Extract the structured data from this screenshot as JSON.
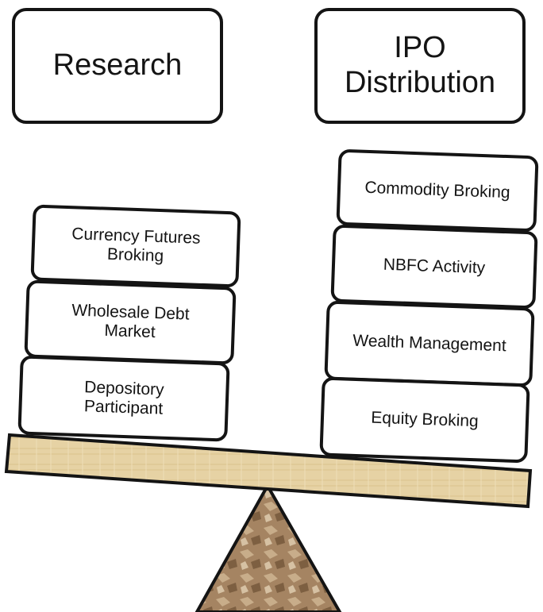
{
  "top_labels": {
    "left": "Research",
    "right_line1": "IPO",
    "right_line2": "Distribution"
  },
  "left_stack": [
    {
      "line1": "Currency Futures",
      "line2": "Broking"
    },
    {
      "line1": "Wholesale Debt",
      "line2": "Market"
    },
    {
      "line1": "Depository",
      "line2": "Participant"
    }
  ],
  "right_stack": [
    {
      "line1": "Commodity Broking"
    },
    {
      "line1": "NBFC Activity"
    },
    {
      "line1": "Wealth Management"
    },
    {
      "line1": "Equity Broking"
    }
  ],
  "colors": {
    "outline": "#141414",
    "beam": "#e6d2a4",
    "fulcrum": "#a07d56"
  }
}
